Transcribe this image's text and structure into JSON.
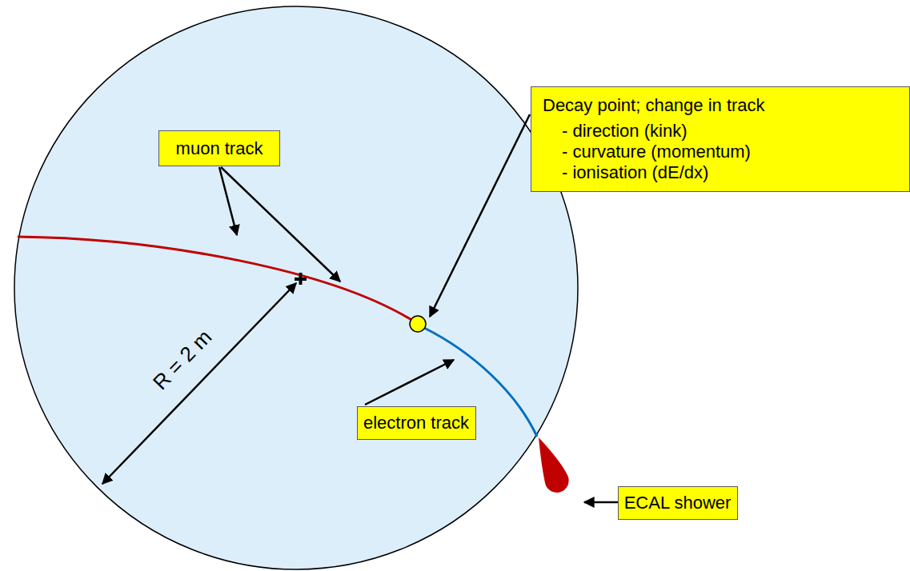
{
  "diagram": {
    "nodes": [
      {
        "text": [
          "muon track"
        ]
      },
      {
        "text": [
          "Decay point; change in track",
          "- direction (kink)",
          "- curvature (momentum)",
          "- ionisation (dE/dx)"
        ]
      },
      {
        "text": [
          "electron track"
        ]
      },
      {
        "text": [
          "ECAL shower"
        ]
      }
    ],
    "labels": [
      "R = 2 m"
    ]
  }
}
